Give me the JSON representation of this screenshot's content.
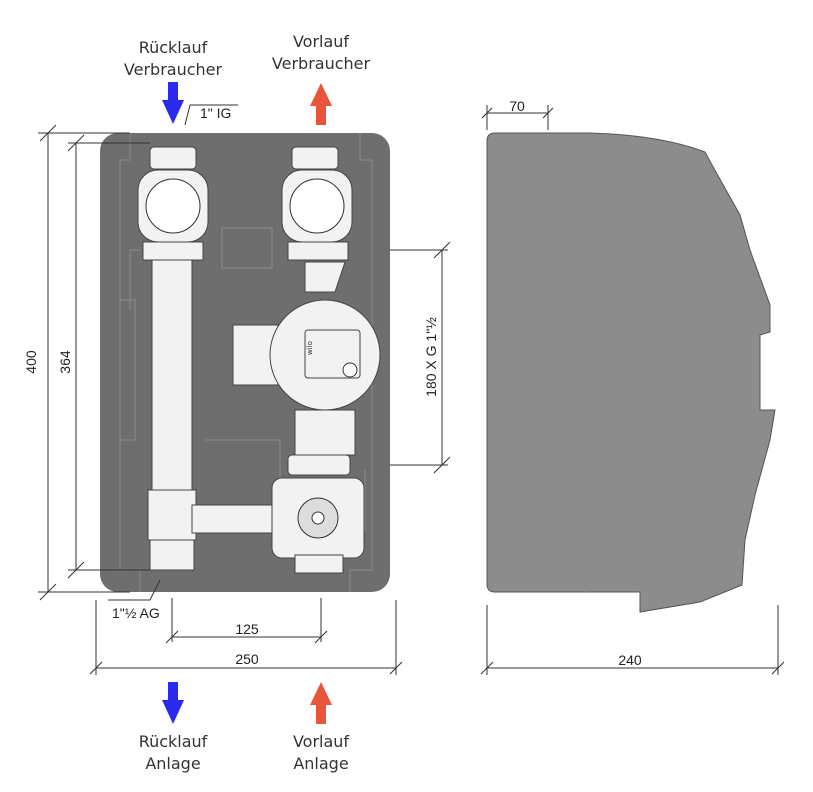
{
  "labels": {
    "top_left": [
      "Rücklauf",
      "Verbraucher"
    ],
    "top_right": [
      "Vorlauf",
      "Verbraucher"
    ],
    "bottom_left": [
      "Rücklauf",
      "Anlage"
    ],
    "bottom_right": [
      "Vorlauf",
      "Anlage"
    ]
  },
  "dimensions": {
    "top_connection": "1\" IG",
    "bottom_connection": "1\"½ AG",
    "height_total": "400",
    "height_inner": "364",
    "pump_length": "180 X G 1\"½",
    "pipe_spacing": "125",
    "width_total": "250",
    "cover_depth_top": "70",
    "depth_total": "240"
  },
  "pump_brand": "wilo",
  "colors": {
    "return_arrow": "#2b2bf0",
    "supply_arrow": "#e8553a",
    "housing": "#6e6e6e",
    "cover": "#8c8c8c"
  }
}
